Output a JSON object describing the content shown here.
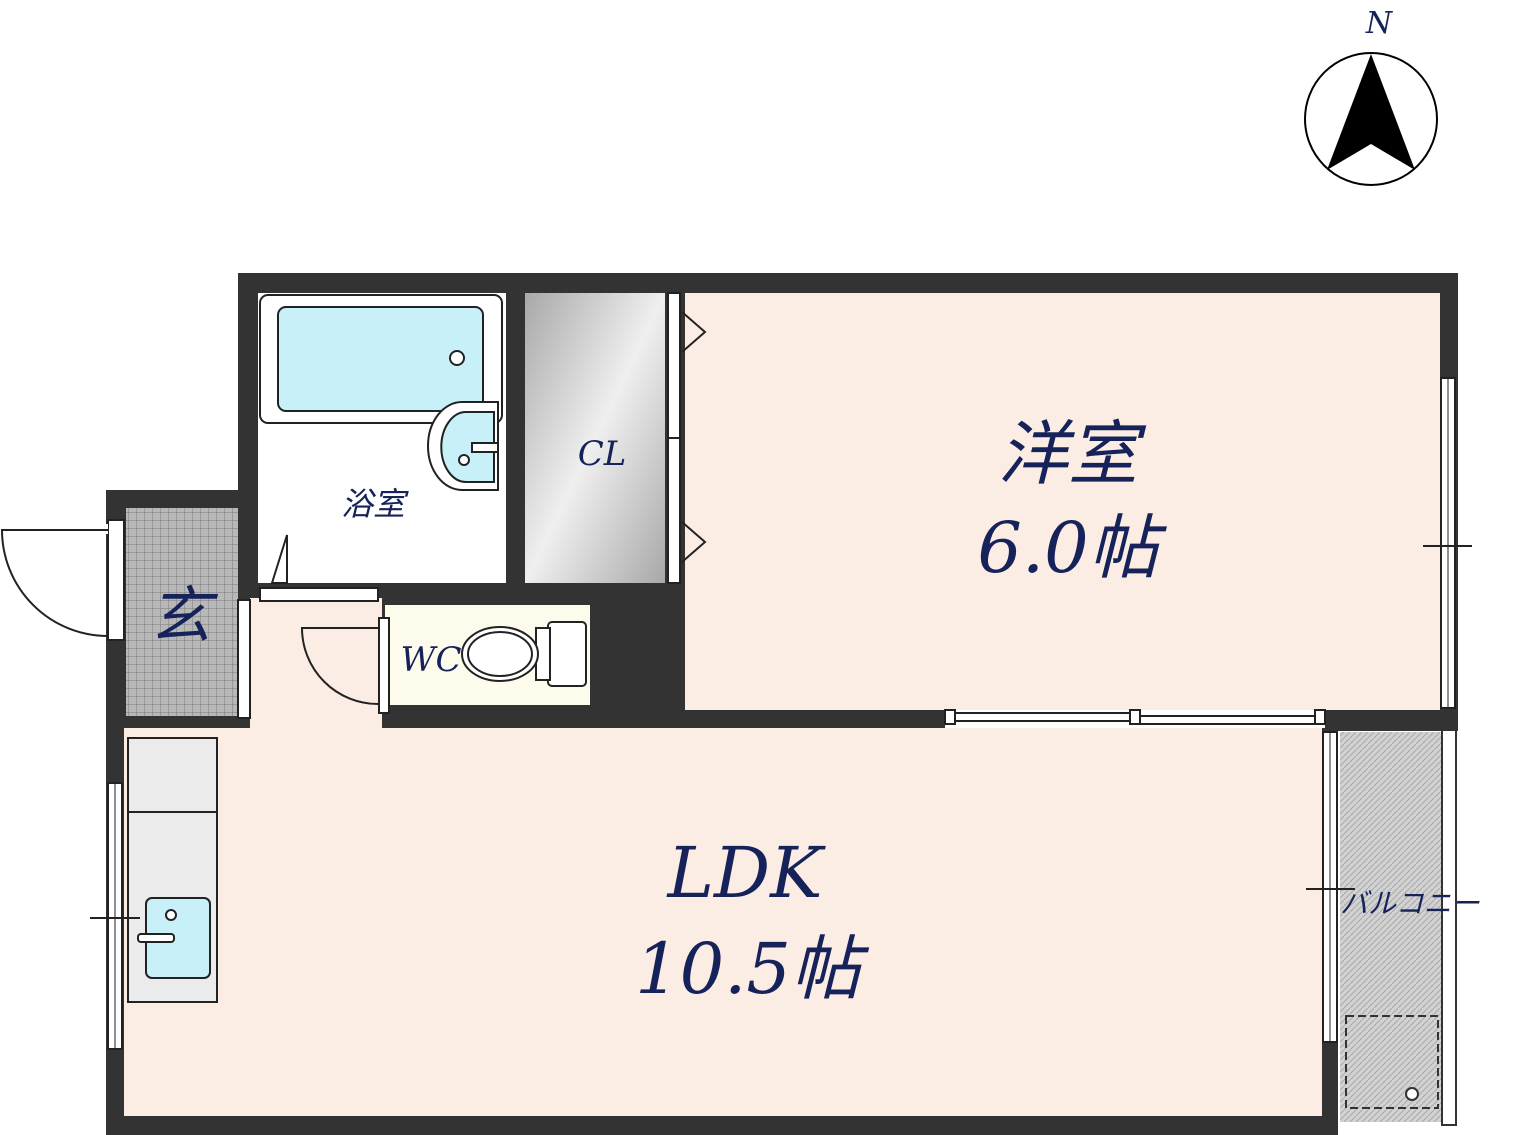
{
  "compass": {
    "label": "N"
  },
  "rooms": {
    "western_room": {
      "name": "洋室",
      "size": "6.0帖"
    },
    "ldk": {
      "name": "LDK",
      "size": "10.5帖"
    },
    "bathroom": {
      "name": "浴室"
    },
    "closet": {
      "name": "CL"
    },
    "toilet": {
      "name": "WC"
    },
    "entrance": {
      "name": "玄"
    },
    "balcony": {
      "name": "バルコニー"
    }
  },
  "colors": {
    "wall": "#333333",
    "room_floor": "#fcede4",
    "fixture_blue": "#c8f0f8",
    "closet_gray": "#c8c8c8",
    "toilet_floor": "#fdfcec",
    "entrance_tile": "#999999",
    "label_text": "#16225a"
  }
}
